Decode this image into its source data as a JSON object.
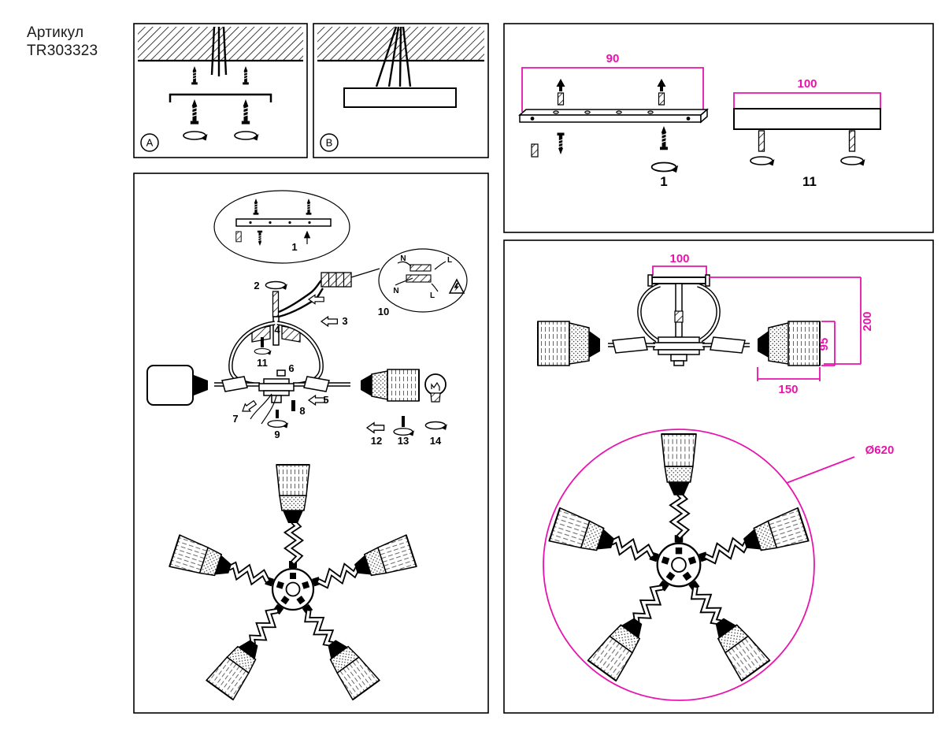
{
  "header": {
    "label": "Артикул",
    "article": "TR303323"
  },
  "panel_a": {
    "letter": "A"
  },
  "panel_b": {
    "letter": "B"
  },
  "parts": {
    "p1": "1",
    "p2": "2",
    "p3": "3",
    "p4": "4",
    "p5": "5",
    "p6": "6",
    "p7": "7",
    "p8": "8",
    "p9": "9",
    "p10": "10",
    "p11": "11",
    "p12": "12",
    "p13": "13",
    "p14": "14"
  },
  "wiring_detail": {
    "n1": "N",
    "l1": "L",
    "n2": "N",
    "l2": "L"
  },
  "bracket_view": {
    "width": "90",
    "part": "1"
  },
  "plate_view": {
    "width": "100",
    "part": "11"
  },
  "side_view": {
    "top_width": "100",
    "height": "200",
    "shade_height": "95",
    "shade_width": "150"
  },
  "bottom_view": {
    "diameter": "Ø620"
  },
  "colors": {
    "accent": "#e813ad",
    "line": "#000000"
  }
}
